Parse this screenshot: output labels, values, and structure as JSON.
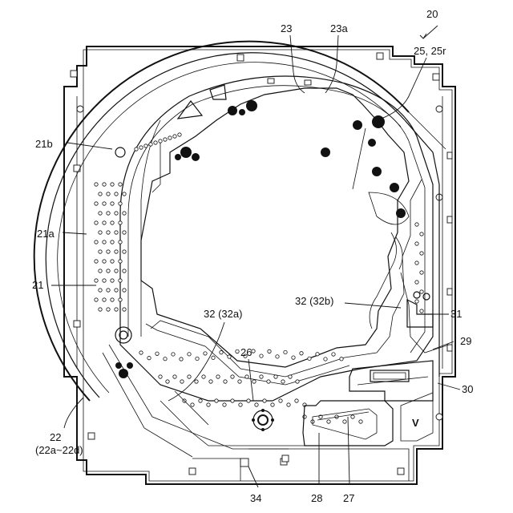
{
  "labels": {
    "l20": "20",
    "l23": "23",
    "l23a": "23a",
    "l25": "25, 25r",
    "l21b": "21b",
    "l21a": "21a",
    "l21": "21",
    "l32a": "32 (32a)",
    "l32b": "32 (32b)",
    "l31": "31",
    "l29": "29",
    "l26": "26",
    "l30": "30",
    "l22": "22",
    "l22sub": "(22a~22d)",
    "l34": "34",
    "l28": "28",
    "l27": "27"
  }
}
